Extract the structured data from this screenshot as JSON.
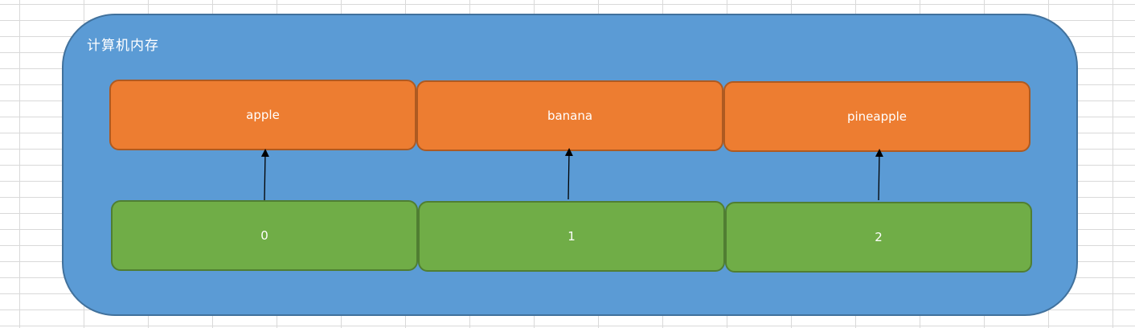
{
  "container": {
    "title": "计算机内存",
    "fill": "#5b9bd5"
  },
  "values": [
    {
      "label": "apple"
    },
    {
      "label": "banana"
    },
    {
      "label": "pineapple"
    }
  ],
  "indices": [
    {
      "label": "0"
    },
    {
      "label": "1"
    },
    {
      "label": "2"
    }
  ],
  "colors": {
    "value_fill": "#ed7d31",
    "index_fill": "#70ad47",
    "arrow": "#000000"
  }
}
